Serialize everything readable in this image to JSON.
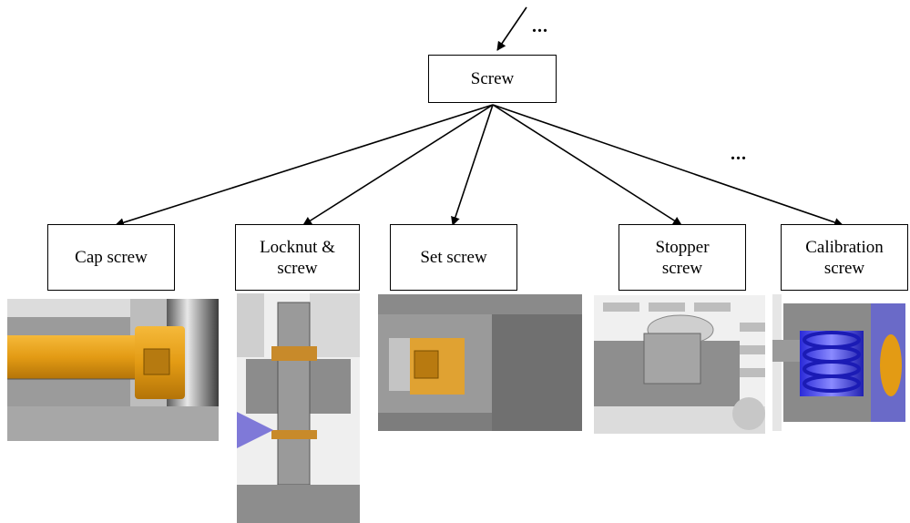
{
  "root": {
    "label": "Screw"
  },
  "ellipsis": "...",
  "children": [
    {
      "label": "Cap screw"
    },
    {
      "label": "Locknut &\nscrew"
    },
    {
      "label": "Set screw"
    },
    {
      "label": "Stopper\nscrew"
    },
    {
      "label": "Calibration\nscrew"
    }
  ]
}
